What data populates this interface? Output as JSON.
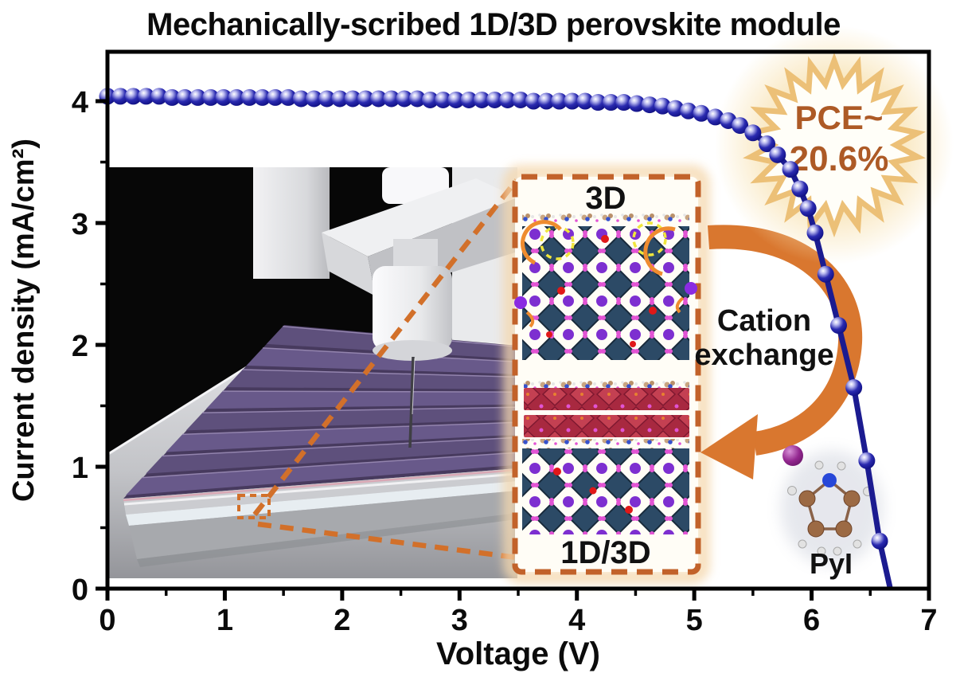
{
  "figure": {
    "title": "Mechanically-scribed 1D/3D perovskite module"
  },
  "badge": {
    "line1": "PCE~",
    "line2": "20.6%",
    "text_color": "#ad5a26",
    "star_color": "#ecc077"
  },
  "inset_labels": {
    "top_structure": "3D",
    "bottom_structure": "1D/3D",
    "process_line1": "Cation",
    "process_line2": "exchange",
    "molecule": "PyI"
  },
  "colors": {
    "curve": "#1b1b90",
    "sphere": "#1a1aa0",
    "arrow_orange": "#d9772f",
    "dashed_box_border": "#c2622a",
    "leader_dash": "#d2702a",
    "axis_black": "#000000",
    "module_purple": "#5e507c",
    "structure_teal": "#2c4a66",
    "structure_red": "#a82940",
    "iodide_purple": "#8a2be2"
  },
  "chart_data": {
    "type": "line",
    "title": "Mechanically-scribed 1D/3D perovskite module",
    "xlabel": "Voltage (V)",
    "ylabel": "Current density (mA/cm²)",
    "xlim": [
      0,
      7
    ],
    "ylim": [
      0,
      4.4
    ],
    "x_major_ticks": [
      0,
      1,
      2,
      3,
      4,
      5,
      6,
      7
    ],
    "y_major_ticks": [
      0,
      1,
      2,
      3,
      4
    ],
    "minor_tick_step": 0.5,
    "grid": false,
    "legend_position": "none",
    "annotations": {
      "pce_badge": "PCE~ 20.6%"
    },
    "series": [
      {
        "name": "1D/3D perovskite module J-V curve",
        "color": "#1b1b90",
        "marker": "sphere",
        "points": [
          [
            0.0,
            4.04
          ],
          [
            0.11,
            4.04
          ],
          [
            0.22,
            4.04
          ],
          [
            0.33,
            4.04
          ],
          [
            0.44,
            4.04
          ],
          [
            0.55,
            4.03
          ],
          [
            0.66,
            4.03
          ],
          [
            0.77,
            4.03
          ],
          [
            0.88,
            4.03
          ],
          [
            0.99,
            4.03
          ],
          [
            1.1,
            4.03
          ],
          [
            1.21,
            4.03
          ],
          [
            1.32,
            4.03
          ],
          [
            1.43,
            4.03
          ],
          [
            1.54,
            4.03
          ],
          [
            1.65,
            4.02
          ],
          [
            1.76,
            4.02
          ],
          [
            1.87,
            4.02
          ],
          [
            1.98,
            4.02
          ],
          [
            2.09,
            4.02
          ],
          [
            2.2,
            4.02
          ],
          [
            2.31,
            4.02
          ],
          [
            2.42,
            4.02
          ],
          [
            2.53,
            4.02
          ],
          [
            2.64,
            4.02
          ],
          [
            2.75,
            4.01
          ],
          [
            2.86,
            4.01
          ],
          [
            2.97,
            4.01
          ],
          [
            3.08,
            4.01
          ],
          [
            3.19,
            4.01
          ],
          [
            3.3,
            4.01
          ],
          [
            3.41,
            4.01
          ],
          [
            3.52,
            4.01
          ],
          [
            3.63,
            4.0
          ],
          [
            3.74,
            4.0
          ],
          [
            3.85,
            4.0
          ],
          [
            3.96,
            4.0
          ],
          [
            4.07,
            4.0
          ],
          [
            4.18,
            3.99
          ],
          [
            4.29,
            3.99
          ],
          [
            4.4,
            3.99
          ],
          [
            4.51,
            3.98
          ],
          [
            4.62,
            3.97
          ],
          [
            4.73,
            3.96
          ],
          [
            4.84,
            3.94
          ],
          [
            4.95,
            3.92
          ],
          [
            5.06,
            3.9
          ],
          [
            5.18,
            3.87
          ],
          [
            5.29,
            3.84
          ],
          [
            5.39,
            3.8
          ],
          [
            5.5,
            3.74
          ],
          [
            5.62,
            3.65
          ],
          [
            5.71,
            3.56
          ],
          [
            5.82,
            3.44
          ],
          [
            5.9,
            3.28
          ],
          [
            5.97,
            3.12
          ],
          [
            6.03,
            2.92
          ],
          [
            6.12,
            2.58
          ],
          [
            6.23,
            2.16
          ],
          [
            6.36,
            1.65
          ],
          [
            6.47,
            1.05
          ],
          [
            6.58,
            0.39
          ],
          [
            6.67,
            0.0
          ]
        ]
      }
    ]
  }
}
